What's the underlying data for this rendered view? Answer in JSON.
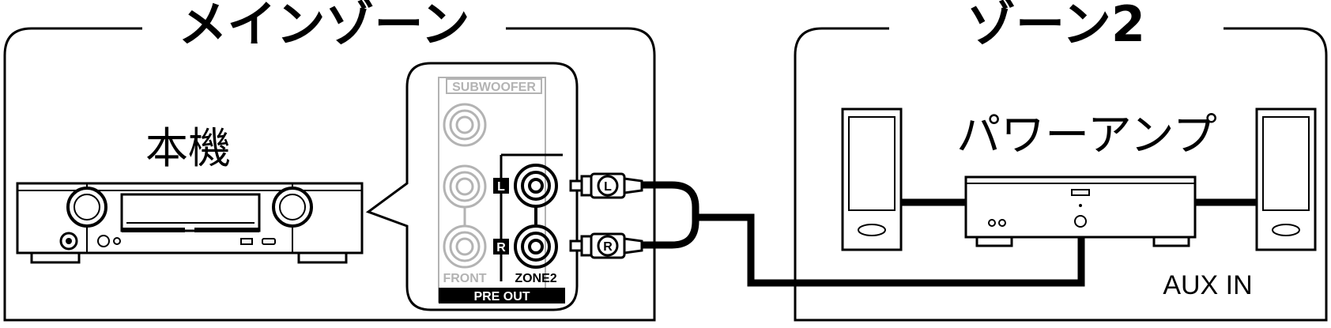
{
  "zones": {
    "main": {
      "title": "メインゾーン"
    },
    "zone2": {
      "title": "ゾーン2"
    }
  },
  "devices": {
    "receiver": {
      "label": "本機"
    },
    "power_amp": {
      "label": "パワーアンプ"
    }
  },
  "rear_panel": {
    "subwoofer_label": "SUBWOOFER",
    "front_label": "FRONT",
    "zone2_label": "ZONE2",
    "pre_out_label": "PRE OUT",
    "left_channel": "L",
    "right_channel": "R"
  },
  "amp_input": {
    "label": "AUX IN"
  },
  "colors": {
    "line": "#000000",
    "faded": "#b3b3b3",
    "background": "#ffffff"
  }
}
